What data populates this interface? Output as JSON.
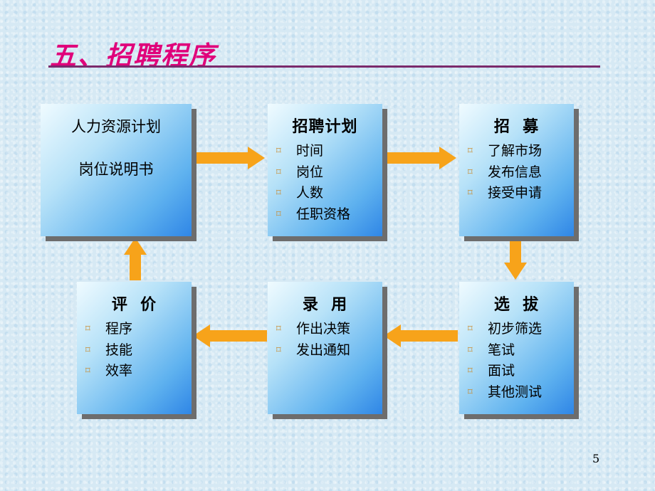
{
  "title": "五、招聘程序",
  "page_number": "5",
  "boxes": {
    "plan": {
      "line1": "人力资源计划",
      "line2": "岗位说明书"
    },
    "recruit_plan": {
      "head": "招聘计划",
      "items": [
        "时间",
        "岗位",
        "人数",
        "任职资格"
      ]
    },
    "recruit": {
      "head": "招  募",
      "items": [
        "了解市场",
        "发布信息",
        "接受申请"
      ]
    },
    "select": {
      "head": "选  拔",
      "items": [
        "初步筛选",
        "笔试",
        "面试",
        "其他测试"
      ]
    },
    "hire": {
      "head": "录  用",
      "items": [
        "作出决策",
        "发出通知"
      ]
    },
    "evaluate": {
      "head": "评  价",
      "items": [
        "程序",
        "技能",
        "效率"
      ]
    }
  },
  "colors": {
    "title": "#e0007a",
    "arrow": "#f7a31a",
    "bullet": "#c98a2e"
  },
  "icons": {
    "bullet": "square-bullet-icon"
  }
}
